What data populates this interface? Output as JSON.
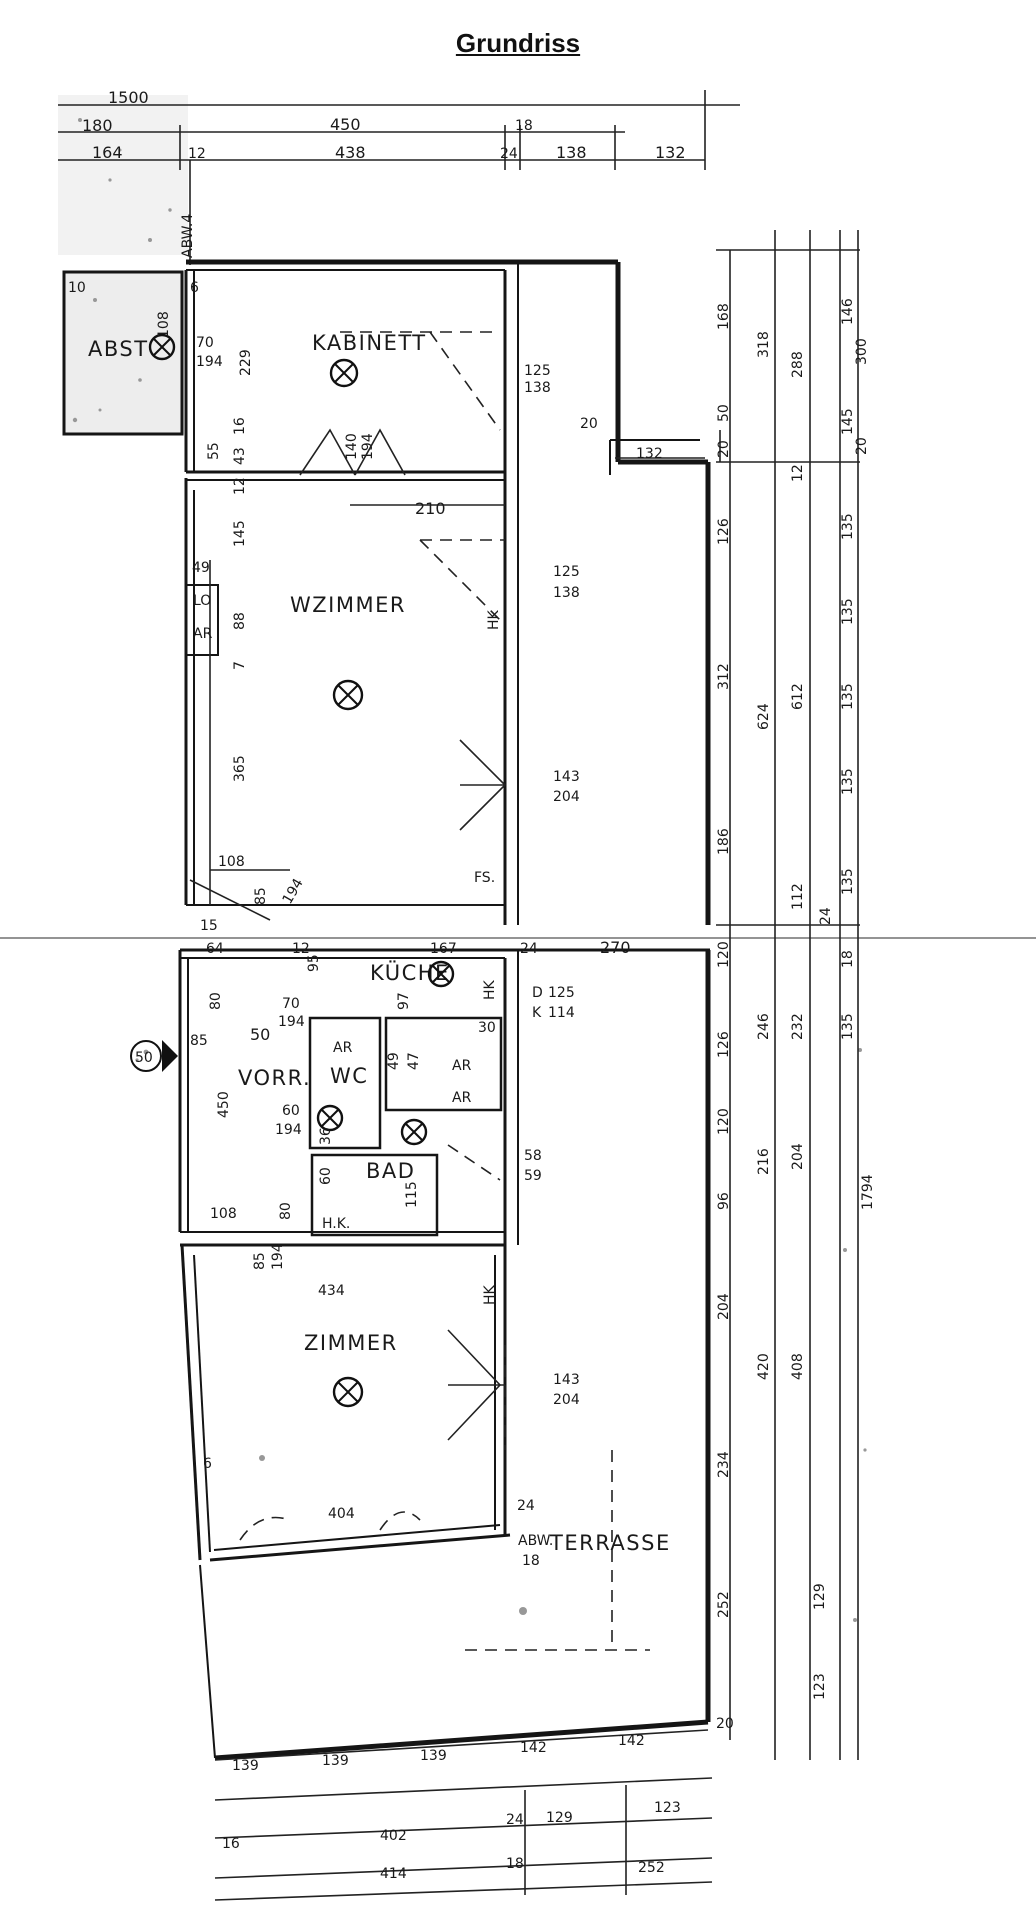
{
  "title": "Grundriss",
  "rooms": {
    "abst": "ABST",
    "kabinett": "KABINETT",
    "wzimmer": "WZIMMER",
    "kueche": "KÜCHE",
    "vorr": "VORR.",
    "wc": "WC",
    "bad": "BAD",
    "zimmer": "ZIMMER",
    "terrasse": "TERRASSE"
  },
  "labels": {
    "abw_top": "ABW.4",
    "abw_bottom": "ABW.",
    "lo": "LO",
    "ar": "AR",
    "hk": "HK",
    "hk2": "H.K.",
    "fs": "FS.",
    "d": "D",
    "k": "K",
    "entry": "50"
  },
  "dimensions_top": [
    "1500",
    "180",
    "450",
    "18",
    "164",
    "12",
    "438",
    "24",
    "138",
    "132",
    "6",
    "10"
  ],
  "dimensions_upper": [
    "108",
    "70",
    "194",
    "229",
    "125",
    "138",
    "16",
    "55",
    "43",
    "140",
    "194",
    "12",
    "210",
    "145",
    "49",
    "88",
    "7",
    "125",
    "138",
    "365",
    "143",
    "204",
    "108",
    "194",
    "85",
    "15",
    "20",
    "132"
  ],
  "dimensions_right": [
    "168",
    "318",
    "288",
    "146",
    "300",
    "50",
    "20",
    "12",
    "145",
    "20",
    "126",
    "135",
    "312",
    "624",
    "612",
    "135",
    "135",
    "186",
    "135",
    "112",
    "135",
    "24"
  ],
  "dimensions_lower": [
    "64",
    "12",
    "95",
    "167",
    "24",
    "270",
    "120",
    "18",
    "70",
    "194",
    "80",
    "125",
    "114",
    "85",
    "50",
    "30",
    "97",
    "60",
    "194",
    "47",
    "49",
    "450",
    "36",
    "60",
    "115",
    "58",
    "59",
    "108",
    "80",
    "85",
    "194",
    "434",
    "143",
    "204",
    "6",
    "404",
    "24",
    "18",
    "126",
    "246",
    "232",
    "120",
    "216",
    "204",
    "96",
    "135",
    "1794",
    "204",
    "420",
    "408",
    "234",
    "252",
    "129",
    "123",
    "20"
  ],
  "dimensions_bottom": [
    "139",
    "139",
    "139",
    "142",
    "142",
    "123",
    "16",
    "402",
    "24",
    "129",
    "414",
    "18",
    "252"
  ]
}
